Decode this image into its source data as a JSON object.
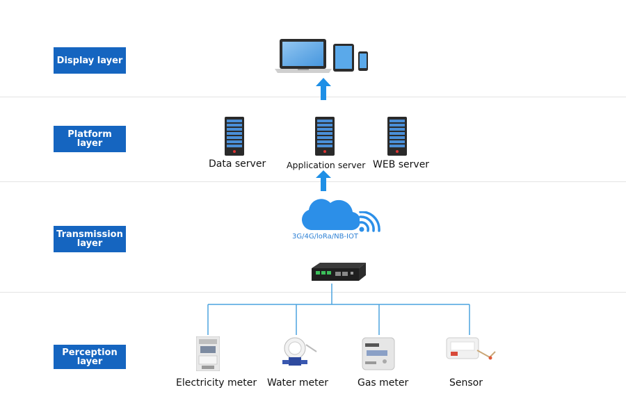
{
  "layers": {
    "display": "Display layer",
    "platform": "Platform layer",
    "transmission": "Transmission layer",
    "perception": "Perception layer"
  },
  "platform": {
    "servers": [
      "Data server",
      "Application server",
      "WEB server"
    ]
  },
  "transmission": {
    "network_label": "3G/4G/loRa/NB-IOT"
  },
  "perception": {
    "devices": [
      "Electricity meter",
      "Water meter",
      "Gas meter",
      "Sensor"
    ]
  },
  "colors": {
    "label_bg": "#1565c0",
    "arrow": "#1e8fe6",
    "cloud": "#2c8fe8",
    "connector": "#4aa3df"
  }
}
